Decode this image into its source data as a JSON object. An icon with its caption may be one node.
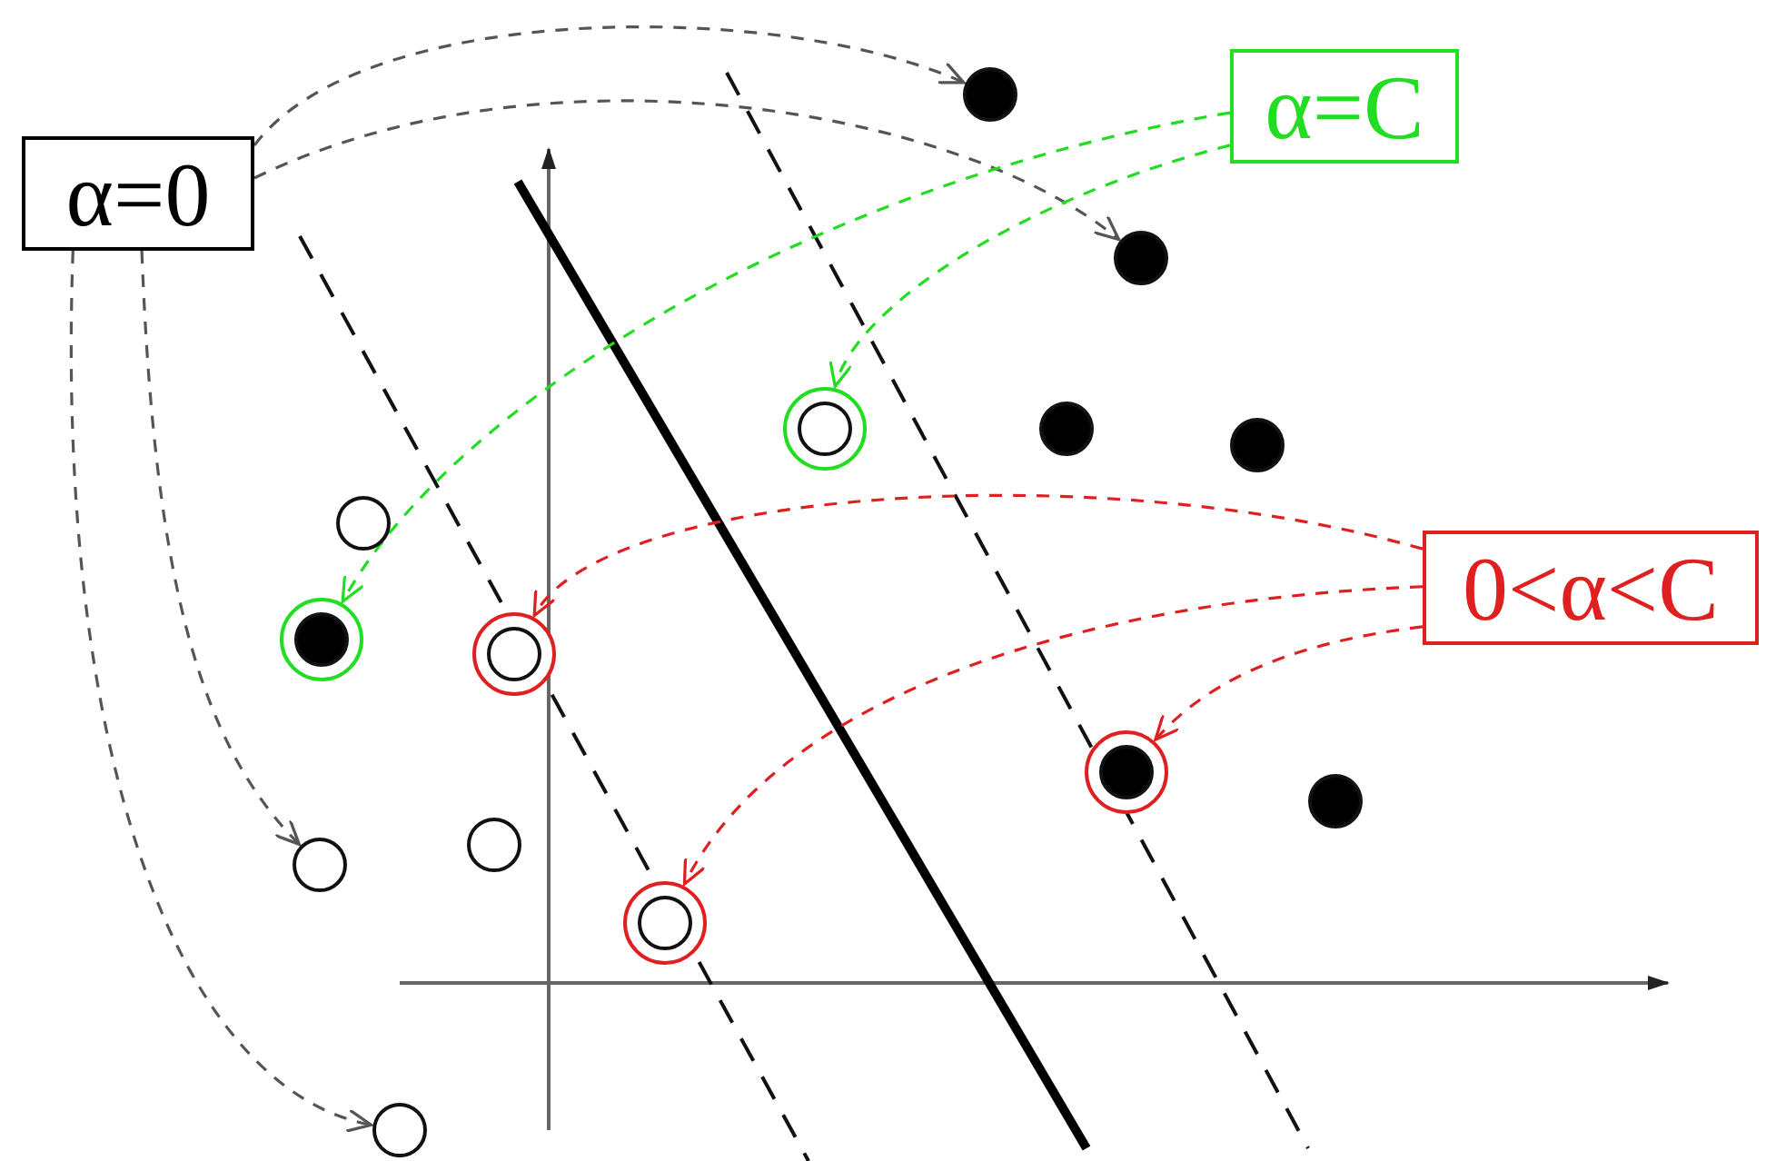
{
  "diagram": {
    "nodes": [
      {
        "text": [
          "α=0"
        ]
      },
      {
        "text": [
          "α=C"
        ]
      },
      {
        "text": [
          "0<α<C"
        ]
      },
      {
        "text": [],
        "shape": "circle"
      },
      {
        "text": [],
        "shape": "dot"
      },
      {
        "text": [],
        "shape": "circle"
      },
      {
        "text": [],
        "shape": "circle"
      },
      {
        "text": [],
        "shape": "circle"
      },
      {
        "text": [],
        "shape": "circle"
      },
      {
        "text": [],
        "shape": "circle"
      },
      {
        "text": [],
        "shape": "circle"
      },
      {
        "text": [],
        "shape": "dot"
      },
      {
        "text": [],
        "shape": "dot"
      },
      {
        "text": [],
        "shape": "dot"
      },
      {
        "text": [],
        "shape": "dot"
      },
      {
        "text": [],
        "shape": "dot"
      },
      {
        "text": [],
        "shape": "dot"
      }
    ],
    "edges": [
      {
        "from": 0,
        "to": 11,
        "arrow": "to",
        "style": "dashed"
      },
      {
        "from": 0,
        "to": 14,
        "arrow": "to",
        "style": "dashed"
      },
      {
        "from": 0,
        "to": 3,
        "arrow": "to",
        "style": "dashed"
      },
      {
        "from": 0,
        "to": 6,
        "arrow": "to",
        "style": "dashed"
      },
      {
        "from": 1,
        "to": 10,
        "arrow": "to",
        "style": "dashed",
        "color": "#22dd22"
      },
      {
        "from": 1,
        "to": 4,
        "arrow": "to",
        "style": "dashed",
        "color": "#22dd22"
      },
      {
        "from": 2,
        "to": 8,
        "arrow": "to",
        "style": "dashed",
        "color": "#e02020"
      },
      {
        "from": 2,
        "to": 9,
        "arrow": "to",
        "style": "dashed",
        "color": "#e02020"
      },
      {
        "from": 2,
        "to": 13,
        "arrow": "to",
        "style": "dashed",
        "color": "#e02020"
      }
    ]
  }
}
